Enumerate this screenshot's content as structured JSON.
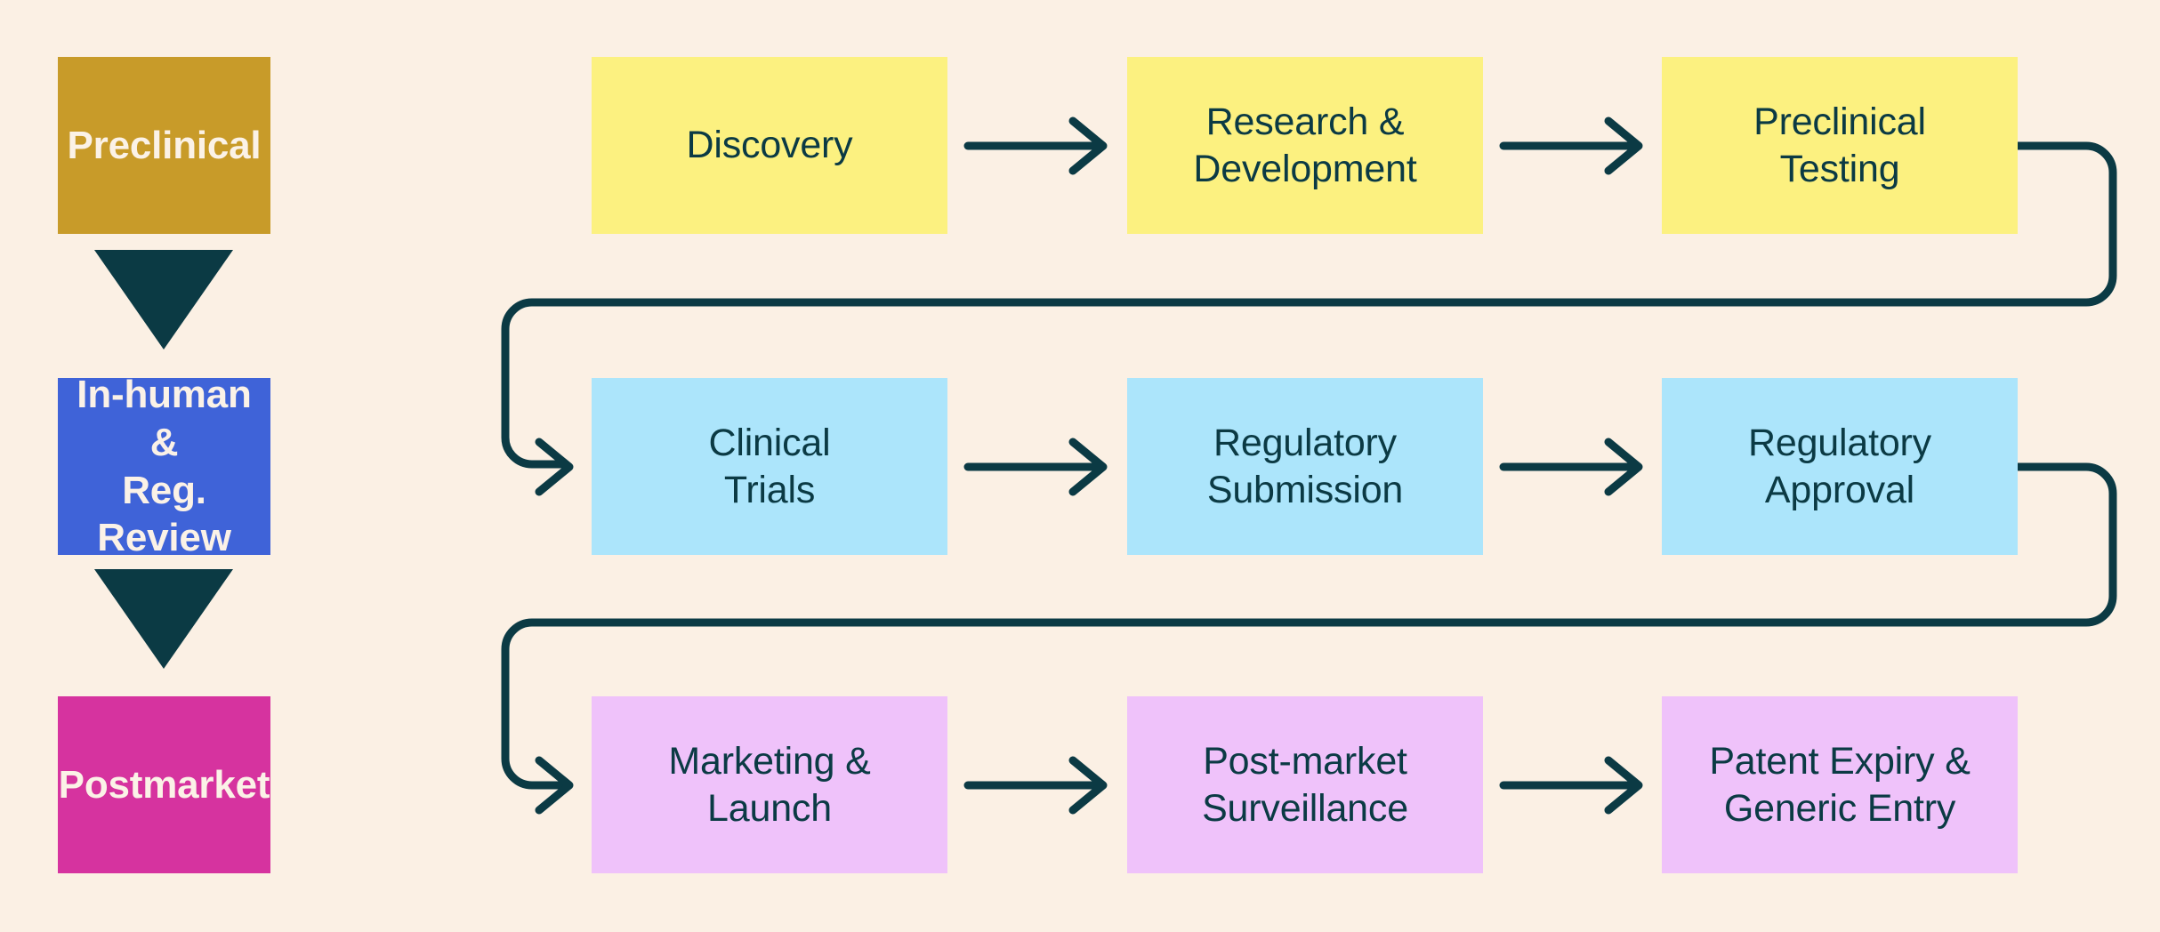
{
  "theme": {
    "background": "#FBF0E4",
    "ink": "#0B3A44",
    "light_text": "#FBF2E7",
    "phase_gold": "#C89B29",
    "phase_blue": "#3F63D8",
    "phase_magenta": "#D6339F",
    "row_yellow": "#FCF180",
    "row_cyan": "#ACE5FB",
    "row_pink": "#EFC2FA"
  },
  "phases": [
    {
      "label": "Preclinical",
      "color": "#C89B29"
    },
    {
      "label": "In-human &\nReg. Review",
      "color": "#3F63D8"
    },
    {
      "label": "Postmarket",
      "color": "#D6339F"
    }
  ],
  "rows": [
    {
      "phase": "Preclinical",
      "color": "#FCF180",
      "steps": [
        {
          "label": "Discovery"
        },
        {
          "label": "Research &\nDevelopment"
        },
        {
          "label": "Preclinical\nTesting"
        }
      ]
    },
    {
      "phase": "In-human & Reg. Review",
      "color": "#ACE5FB",
      "steps": [
        {
          "label": "Clinical\nTrials"
        },
        {
          "label": "Regulatory\nSubmission"
        },
        {
          "label": "Regulatory\nApproval"
        }
      ]
    },
    {
      "phase": "Postmarket",
      "color": "#EFC2FA",
      "steps": [
        {
          "label": "Marketing &\nLaunch"
        },
        {
          "label": "Post-market\nSurveillance"
        },
        {
          "label": "Patent Expiry &\nGeneric Entry"
        }
      ]
    }
  ],
  "connectors": {
    "phase_arrow_icons": [
      "triangle-down-icon",
      "triangle-down-icon"
    ],
    "inline_arrow_icons": [
      "arrow-right-icon",
      "arrow-right-icon",
      "arrow-right-icon",
      "arrow-right-icon",
      "arrow-right-icon",
      "arrow-right-icon"
    ],
    "wrap_arrow_icons": [
      "wrap-arrow-icon",
      "wrap-arrow-icon"
    ]
  }
}
